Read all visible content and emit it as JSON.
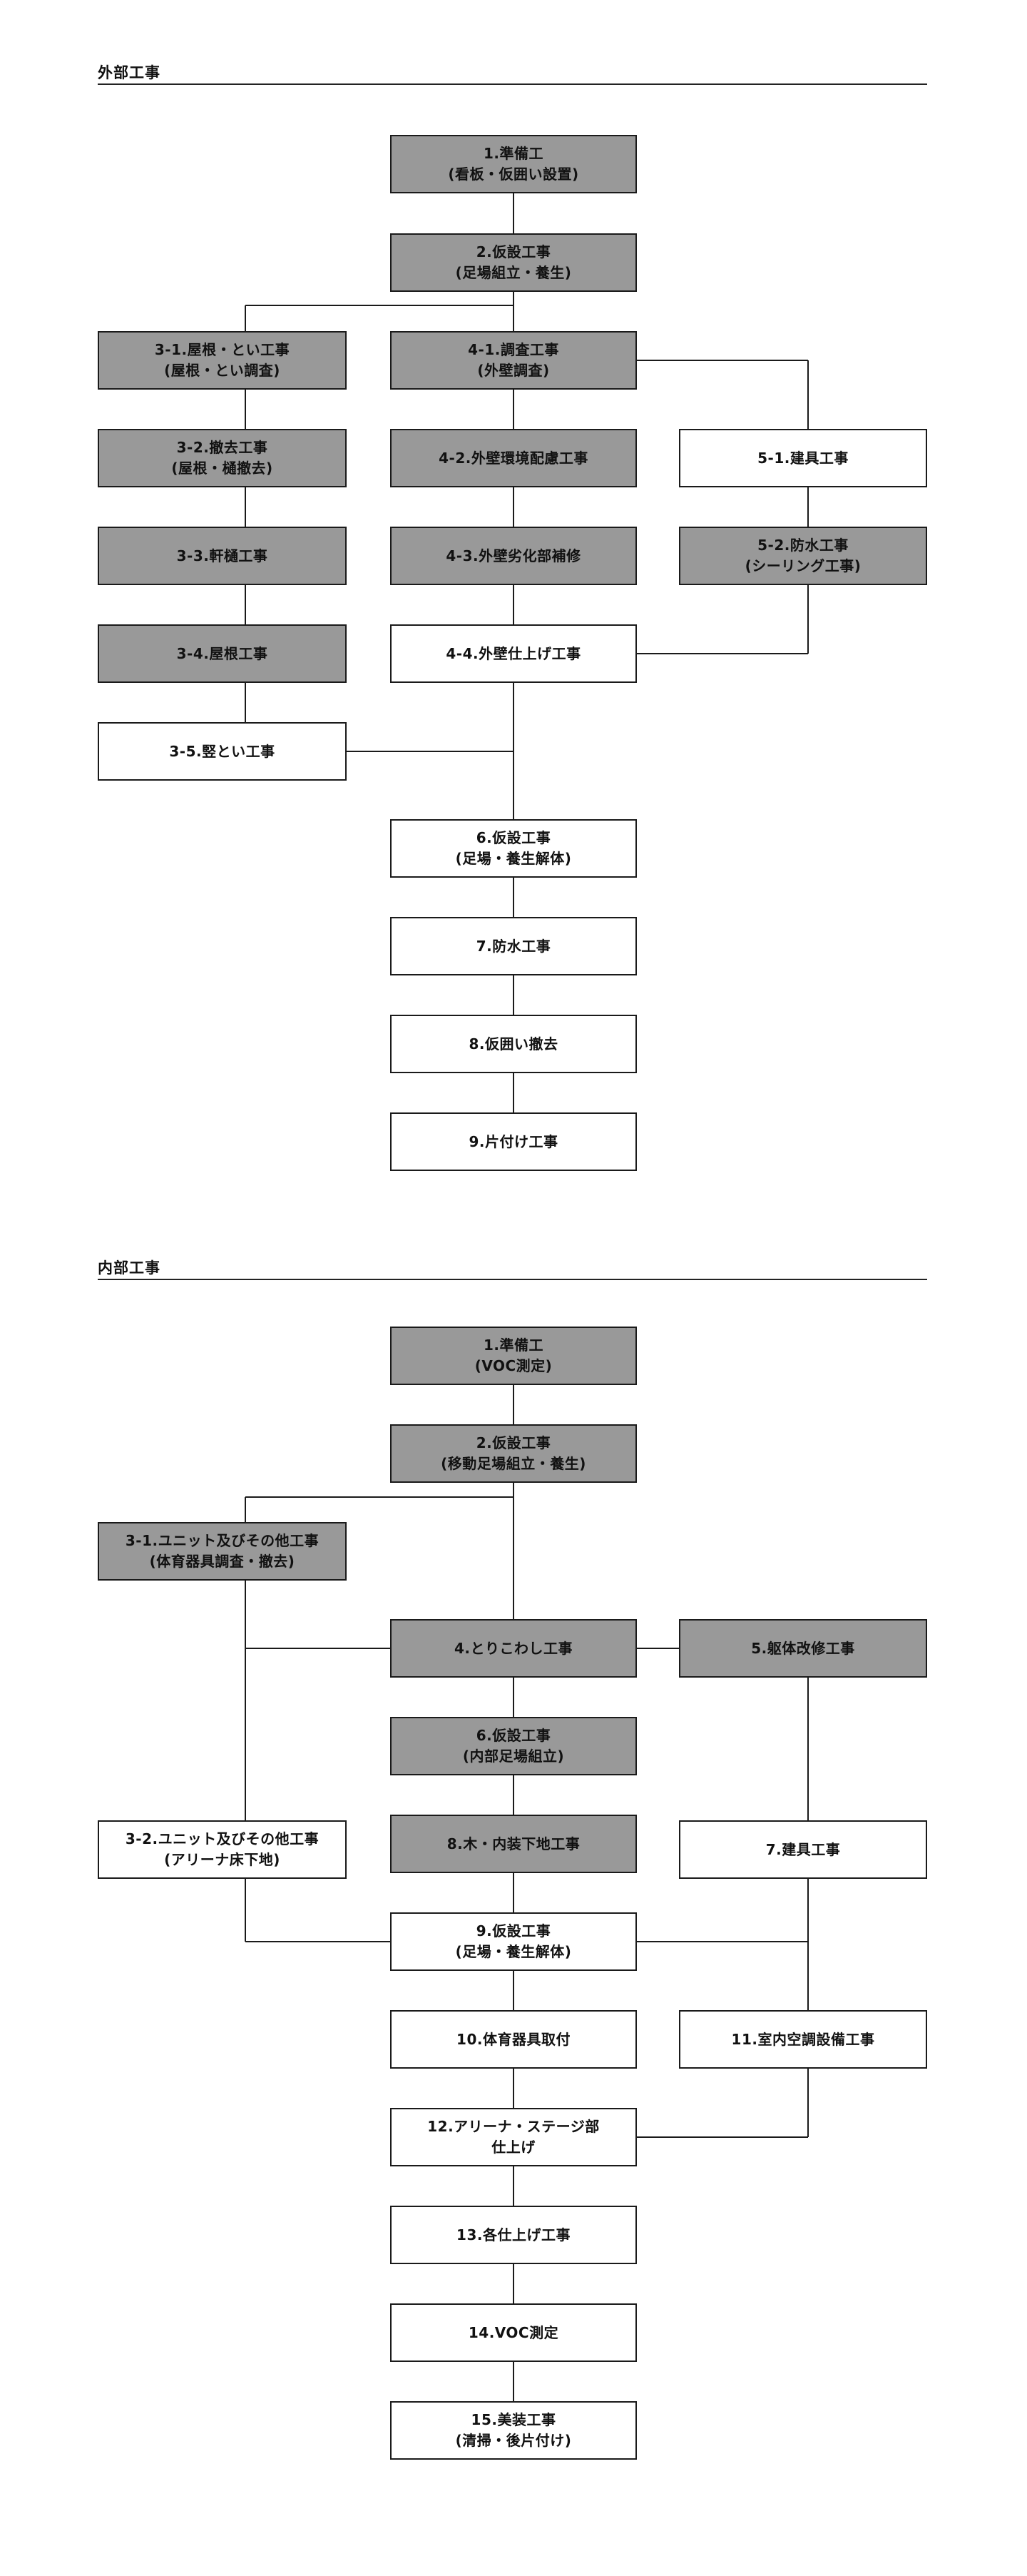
{
  "colors": {
    "done": "#999999",
    "planned": "#ffffff",
    "border": "#1a1a1a"
  },
  "exterior": {
    "title": "外部工事",
    "steps": {
      "s1": {
        "line1": "1.準備工",
        "line2": "(看板・仮囲い設置)"
      },
      "s2": {
        "line1": "2.仮設工事",
        "line2": "(足場組立・養生)"
      },
      "s3_1": {
        "line1": "3-1.屋根・とい工事",
        "line2": "(屋根・とい調査)"
      },
      "s3_2": {
        "line1": "3-2.撤去工事",
        "line2": "(屋根・樋撤去)"
      },
      "s3_3": {
        "line1": "3-3.軒樋工事"
      },
      "s3_4": {
        "line1": "3-4.屋根工事"
      },
      "s3_5": {
        "line1": "3-5.竪とい工事"
      },
      "s4_1": {
        "line1": "4-1.調査工事",
        "line2": "(外壁調査)"
      },
      "s4_2": {
        "line1": "4-2.外壁環境配慮工事"
      },
      "s4_3": {
        "line1": "4-3.外壁劣化部補修"
      },
      "s4_4": {
        "line1": "4-4.外壁仕上げ工事"
      },
      "s5_1": {
        "line1": "5-1.建具工事"
      },
      "s5_2": {
        "line1": "5-2.防水工事",
        "line2": "(シーリング工事)"
      },
      "s6": {
        "line1": "6.仮設工事",
        "line2": "(足場・養生解体)"
      },
      "s7": {
        "line1": "7.防水工事"
      },
      "s8": {
        "line1": "8.仮囲い撤去"
      },
      "s9": {
        "line1": "9.片付け工事"
      }
    }
  },
  "interior": {
    "title": "内部工事",
    "steps": {
      "s1": {
        "line1": "1.準備工",
        "line2": "(VOC測定)"
      },
      "s2": {
        "line1": "2.仮設工事",
        "line2": "(移動足場組立・養生)"
      },
      "s3_1": {
        "line1": "3-1.ユニット及びその他工事",
        "line2": "(体育器具調査・撤去)"
      },
      "s4": {
        "line1": "4.とりこわし工事"
      },
      "s5": {
        "line1": "5.躯体改修工事"
      },
      "s6": {
        "line1": "6.仮設工事",
        "line2": "(内部足場組立)"
      },
      "s3_2": {
        "line1": "3-2.ユニット及びその他工事",
        "line2": "(アリーナ床下地)"
      },
      "s8": {
        "line1": "8.木・内装下地工事"
      },
      "s7": {
        "line1": "7.建具工事"
      },
      "s9": {
        "line1": "9.仮設工事",
        "line2": "(足場・養生解体)"
      },
      "s10": {
        "line1": "10.体育器具取付"
      },
      "s11": {
        "line1": "11.室内空調設備工事"
      },
      "s12": {
        "line1": "12.アリーナ・ステージ部",
        "line2": "仕上げ"
      },
      "s13": {
        "line1": "13.各仕上げ工事"
      },
      "s14": {
        "line1": "14.VOC測定"
      },
      "s15": {
        "line1": "15.美装工事",
        "line2": "(清掃・後片付け)"
      }
    }
  }
}
